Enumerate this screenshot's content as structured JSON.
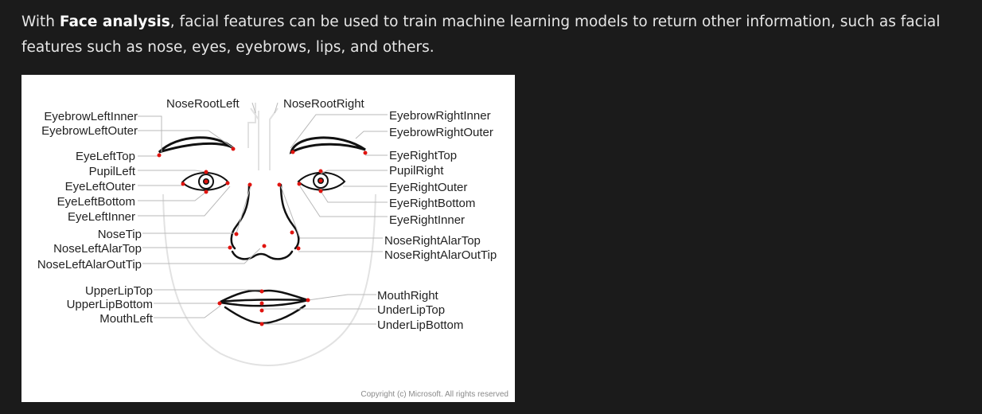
{
  "paragraph": {
    "prefix": "With ",
    "bold": "Face analysis",
    "suffix": ", facial features can be used to train machine learning models to return other information, such as facial features such as nose, eyes, eyebrows, lips, and others."
  },
  "figure": {
    "labels": {
      "nose_root_left": "NoseRootLeft",
      "nose_root_right": "NoseRootRight",
      "eyebrow_left_inner": "EyebrowLeftInner",
      "eyebrow_left_outer": "EyebrowLeftOuter",
      "eye_left_top": "EyeLeftTop",
      "pupil_left": "PupilLeft",
      "eye_left_outer": "EyeLeftOuter",
      "eye_left_bottom": "EyeLeftBottom",
      "eye_left_inner": "EyeLeftInner",
      "nose_tip": "NoseTip",
      "nose_left_alar_top": "NoseLeftAlarTop",
      "nose_left_alar_out_tip": "NoseLeftAlarOutTip",
      "upper_lip_top": "UpperLipTop",
      "upper_lip_bottom": "UpperLipBottom",
      "mouth_left": "MouthLeft",
      "eyebrow_right_inner": "EyebrowRightInner",
      "eyebrow_right_outer": "EyebrowRightOuter",
      "eye_right_top": "EyeRightTop",
      "pupil_right": "PupilRight",
      "eye_right_outer": "EyeRightOuter",
      "eye_right_bottom": "EyeRightBottom",
      "eye_right_inner": "EyeRightInner",
      "nose_right_alar_top": "NoseRightAlarTop",
      "nose_right_alar_out_tip": "NoseRightAlarOutTip",
      "mouth_right": "MouthRight",
      "under_lip_top": "UnderLipTop",
      "under_lip_bottom": "UnderLipBottom"
    },
    "copyright": "Copyright (c) Microsoft. All rights reserved",
    "point_color": "#e0140f"
  }
}
